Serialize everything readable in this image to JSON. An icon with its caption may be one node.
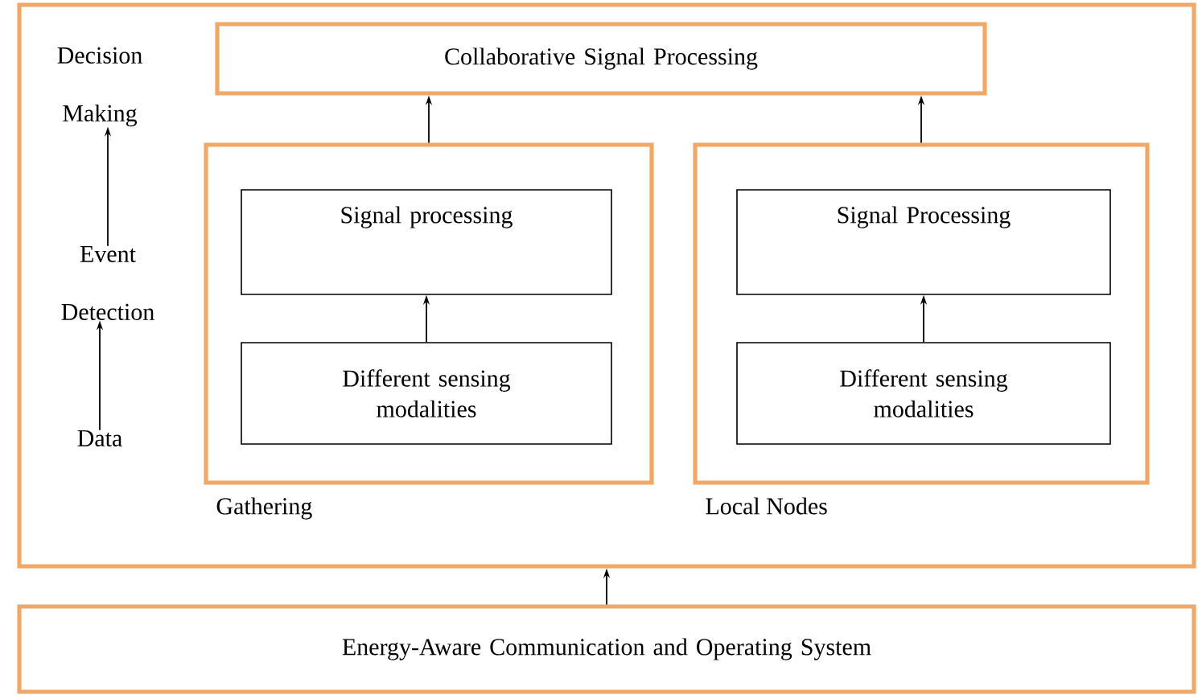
{
  "diagram": {
    "nodes": [
      {
        "text": [],
        "shape": "box"
      },
      {
        "text": [
          "Decision Making"
        ],
        "in": 0
      },
      {
        "text": [
          "Event Detection"
        ],
        "in": 0
      },
      {
        "text": [
          "Data"
        ],
        "in": 0
      },
      {
        "text": [
          "Collaborative Signal Processing"
        ],
        "in": 0
      },
      {
        "text": [],
        "shape": "box",
        "in": 0,
        "beside": [
          "Gathering"
        ]
      },
      {
        "text": [
          "Signal processing"
        ],
        "in": 5
      },
      {
        "text": [
          "Different sensing modalities"
        ],
        "in": 5
      },
      {
        "text": [],
        "shape": "box",
        "in": 0,
        "beside": [
          "Local Nodes"
        ]
      },
      {
        "text": [
          "Signal Processing"
        ],
        "in": 8
      },
      {
        "text": [
          "Different sensing modalities"
        ],
        "in": 8
      },
      {
        "text": [
          "Energy-Aware Communication and Operating System"
        ]
      }
    ],
    "edges": [
      {
        "from": 2,
        "to": 1,
        "arrow": "to"
      },
      {
        "from": 3,
        "to": 2,
        "arrow": "to"
      },
      {
        "from": 5,
        "to": 4,
        "arrow": "to"
      },
      {
        "from": 8,
        "to": 4,
        "arrow": "to"
      },
      {
        "from": 7,
        "to": 6,
        "arrow": "to"
      },
      {
        "from": 10,
        "to": 9,
        "arrow": "to"
      },
      {
        "from": 11,
        "to": 0,
        "arrow": "to"
      }
    ]
  }
}
